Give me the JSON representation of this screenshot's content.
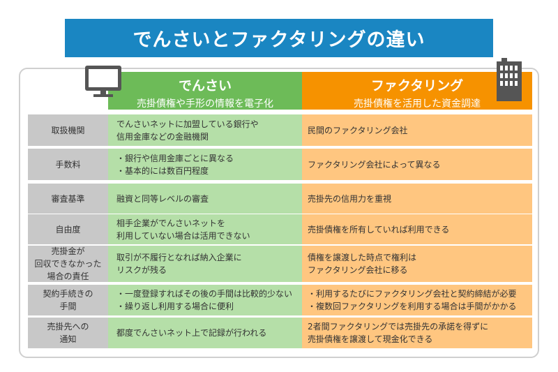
{
  "title": "でんさいとファクタリングの違い",
  "columns": [
    {
      "name": "でんさい",
      "subtitle": "売掛債権や手形の情報を電子化",
      "color": "#6dbb58",
      "icon": "monitor-icon"
    },
    {
      "name": "ファクタリング",
      "subtitle": "売掛債権を活用した資金調達",
      "color": "#f69200",
      "icon": "building-icon"
    }
  ],
  "rows": [
    {
      "label": "取扱機関",
      "densai": "でんさいネットに加盟している銀行や\n信用金庫などの金融機関",
      "factoring": "民間のファクタリング会社"
    },
    {
      "label": "手数料",
      "densai": "・銀行や信用金庫ごとに異なる\n・基本的には数百円程度",
      "factoring": "ファクタリング会社によって異なる"
    },
    {
      "label": "審査基準",
      "densai": "融資と同等レベルの審査",
      "factoring": "売掛先の信用力を重視"
    },
    {
      "label": "自由度",
      "densai": "相手企業がでんさいネットを\n利用していない場合は活用できない",
      "factoring": "売掛債権を所有していれば利用できる"
    },
    {
      "label": "売掛金が\n回収できなかった\n場合の責任",
      "densai": "取引が不履行となれば納入企業に\nリスクが残る",
      "factoring": "債権を譲渡した時点で権利は\nファクタリング会社に移る"
    },
    {
      "label": "契約手続きの\n手間",
      "densai": "・一度登録すればその後の手間は比較的少ない\n・繰り返し利用する場合に便利",
      "factoring": "・利用するたびにファクタリング会社と契約締結が必要\n・複数回ファクタリングを利用する場合は手間がかかる"
    },
    {
      "label": "売掛先への\n通知",
      "densai": "都度でんさいネット上で記録が行われる",
      "factoring": "2者間ファクタリングでは売掛先の承諾を得ずに\n売掛債権を譲渡して現金化できる"
    }
  ]
}
